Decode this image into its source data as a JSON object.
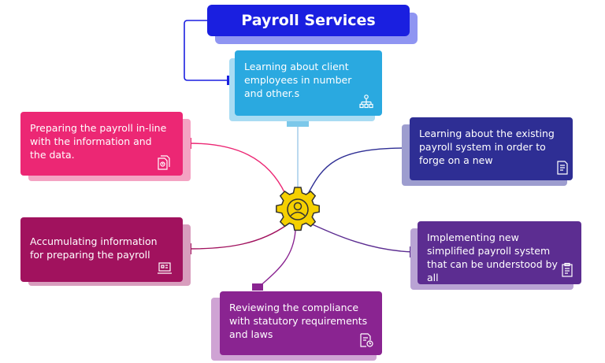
{
  "title": "Payroll Services Process",
  "center": {
    "icon": "gear-person-icon"
  },
  "steps": [
    {
      "text": "Learning about client employees in number and other.s",
      "icon": "org-chart-icon",
      "color": "#2aa9e0",
      "shadow": "#a9dcf3"
    },
    {
      "text": "Learning about the existing payroll system in order to forge on a new",
      "icon": "document-icon",
      "color": "#2e2e94",
      "shadow": "#9d9dcf"
    },
    {
      "text": "Implementing new simplified payroll system that can be understood by all",
      "icon": "clipboard-icon",
      "color": "#5c2d91",
      "shadow": "#b9a3d4"
    },
    {
      "text": "Reviewing the compliance with statutory requirements and laws",
      "icon": "document-clock-icon",
      "color": "#8a2491",
      "shadow": "#cfa3d4"
    },
    {
      "text": "Accumulating information for preparing the payroll",
      "icon": "laptop-icon",
      "color": "#a1125e",
      "shadow": "#d89dbd"
    },
    {
      "text": "Preparing the payroll in-line with the information and the data.",
      "icon": "documents-icon",
      "color": "#ec2774",
      "shadow": "#f4a3c3"
    }
  ],
  "colors": {
    "title": "#1a1fe0",
    "title_shadow": "#8f95f2",
    "gear": "#f5d000"
  }
}
